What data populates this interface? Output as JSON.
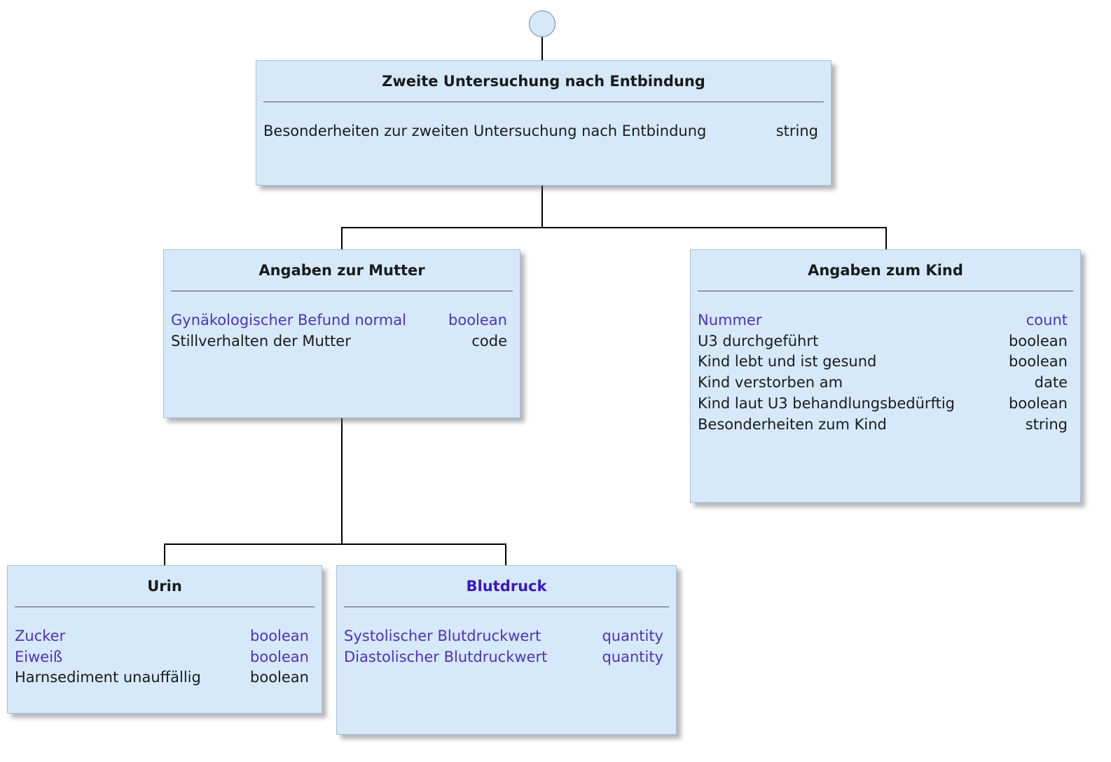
{
  "nodes": {
    "root": {
      "title": "Zweite Untersuchung nach Entbindung",
      "rows": [
        {
          "label": "Besonderheiten zur zweiten Untersuchung nach Entbindung",
          "type": "string",
          "linked": false
        }
      ]
    },
    "mutter": {
      "title": "Angaben zur Mutter",
      "rows": [
        {
          "label": "Gynäkologischer Befund normal",
          "type": "boolean",
          "linked": true
        },
        {
          "label": "Stillverhalten der Mutter",
          "type": "code",
          "linked": false
        }
      ]
    },
    "kind": {
      "title": "Angaben zum Kind",
      "rows": [
        {
          "label": "Nummer",
          "type": "count",
          "linked": true
        },
        {
          "label": "U3 durchgeführt",
          "type": "boolean",
          "linked": false
        },
        {
          "label": "Kind lebt und ist gesund",
          "type": "boolean",
          "linked": false
        },
        {
          "label": "Kind verstorben am",
          "type": "date",
          "linked": false
        },
        {
          "label": "Kind laut U3 behandlungsbedürftig",
          "type": "boolean",
          "linked": false
        },
        {
          "label": "Besonderheiten zum Kind",
          "type": "string",
          "linked": false
        }
      ]
    },
    "urin": {
      "title": "Urin",
      "rows": [
        {
          "label": "Zucker",
          "type": "boolean",
          "linked": true
        },
        {
          "label": "Eiweiß",
          "type": "boolean",
          "linked": true
        },
        {
          "label": "Harnsediment unauffällig",
          "type": "boolean",
          "linked": false
        }
      ]
    },
    "blutdruck": {
      "title": "Blutdruck",
      "title_linked": true,
      "rows": [
        {
          "label": "Systolischer Blutdruckwert",
          "type": "quantity",
          "linked": true
        },
        {
          "label": "Diastolischer Blutdruckwert",
          "type": "quantity",
          "linked": true
        }
      ]
    }
  },
  "colors": {
    "box_fill": "#d6e9fb",
    "linked_text": "#5031b8",
    "linked_title": "#3d17c2",
    "connector": "#000000"
  }
}
